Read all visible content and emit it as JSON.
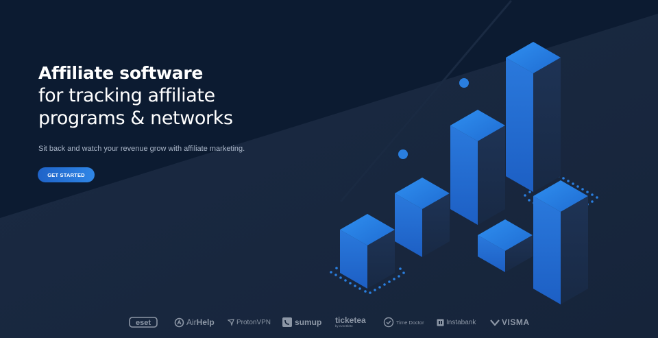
{
  "hero": {
    "title": "Affiliate software",
    "subtitle_line1": "for tracking affiliate",
    "subtitle_line2": "programs & networks",
    "lead": "Sit back and watch your revenue grow with affiliate marketing.",
    "cta_label": "GET STARTED"
  },
  "colors": {
    "background_dark": "#0c1b31",
    "background_light": "#1a2940",
    "accent": "#2a7fe0",
    "logo_gray": "#8d97a6"
  },
  "logos": {
    "eset": "eset",
    "airhelp_a": "Air",
    "airhelp_b": "Help",
    "protonvpn": "ProtonVPN",
    "sumup": "sumup",
    "ticketea": "ticketea",
    "ticketea_sub": "by eventbrite",
    "timedoctor": "Time Doctor",
    "instabank": "Instabank",
    "visma": "VISMA"
  }
}
